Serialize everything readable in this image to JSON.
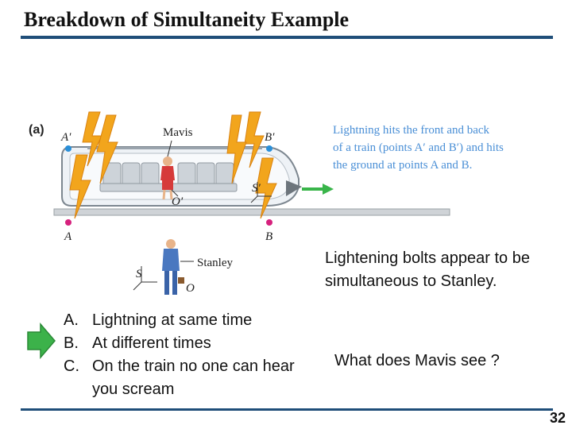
{
  "slide": {
    "title": "Breakdown of Simultaneity Example",
    "page_number": "32"
  },
  "figure": {
    "panel_label": "(a)",
    "labels": {
      "a_prime": "A′",
      "b_prime": "B′",
      "mavis": "Mavis",
      "o_prime": "O′",
      "s_prime": "S′",
      "a": "A",
      "b": "B",
      "stanley": "Stanley",
      "s": "S",
      "o": "O"
    },
    "caption_lines": [
      "Lightning hits the front and back",
      "of a train (points A′ and B′) and hits",
      "the ground at points A and B."
    ]
  },
  "answers": [
    {
      "letter": "A.",
      "text": "Lightning at same time"
    },
    {
      "letter": "B.",
      "text": "At different times"
    },
    {
      "letter": "C.",
      "text": "On the train no one can hear you scream"
    }
  ],
  "right_text": {
    "observation": "Lightening bolts appear to be simultaneous to Stanley.",
    "question": "What does Mavis see ?"
  },
  "colors": {
    "rule": "#1f4e79",
    "caption": "#4a8fd6",
    "lightning": "#f2a51c",
    "arrow": "#39b54a",
    "point_blue": "#2a8fd8",
    "point_magenta": "#d6217d"
  }
}
